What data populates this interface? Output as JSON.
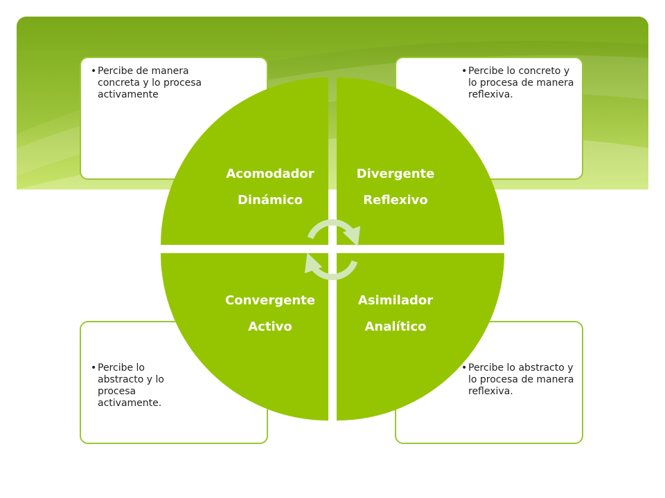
{
  "colors": {
    "banner_dark": "#6e9d12",
    "banner_light": "#c9e56a",
    "quadrant_fill": "#95c500",
    "box_border": "#99c733",
    "arrow": "#d3e6b8",
    "text_dark": "#222222",
    "text_light": "#ffffff"
  },
  "boxes": {
    "top_left": "Percibe de manera concreta y lo procesa activamente",
    "top_right": "Percibe lo concreto y lo procesa de manera reflexiva.",
    "bottom_left": "Percibe lo abstracto y lo procesa activamente.",
    "bottom_right": "Percibe lo abstracto y lo procesa de manera reflexiva."
  },
  "quadrants": {
    "top_left": {
      "line1": "Acomodador",
      "line2": "Dinámico"
    },
    "top_right": {
      "line1": "Divergente",
      "line2": "Reflexivo"
    },
    "bottom_left": {
      "line1": "Convergente",
      "line2": "Activo"
    },
    "bottom_right": {
      "line1": "Asimilador",
      "line2": "Analítico"
    }
  },
  "center_icon": "cycle-arrows-icon"
}
